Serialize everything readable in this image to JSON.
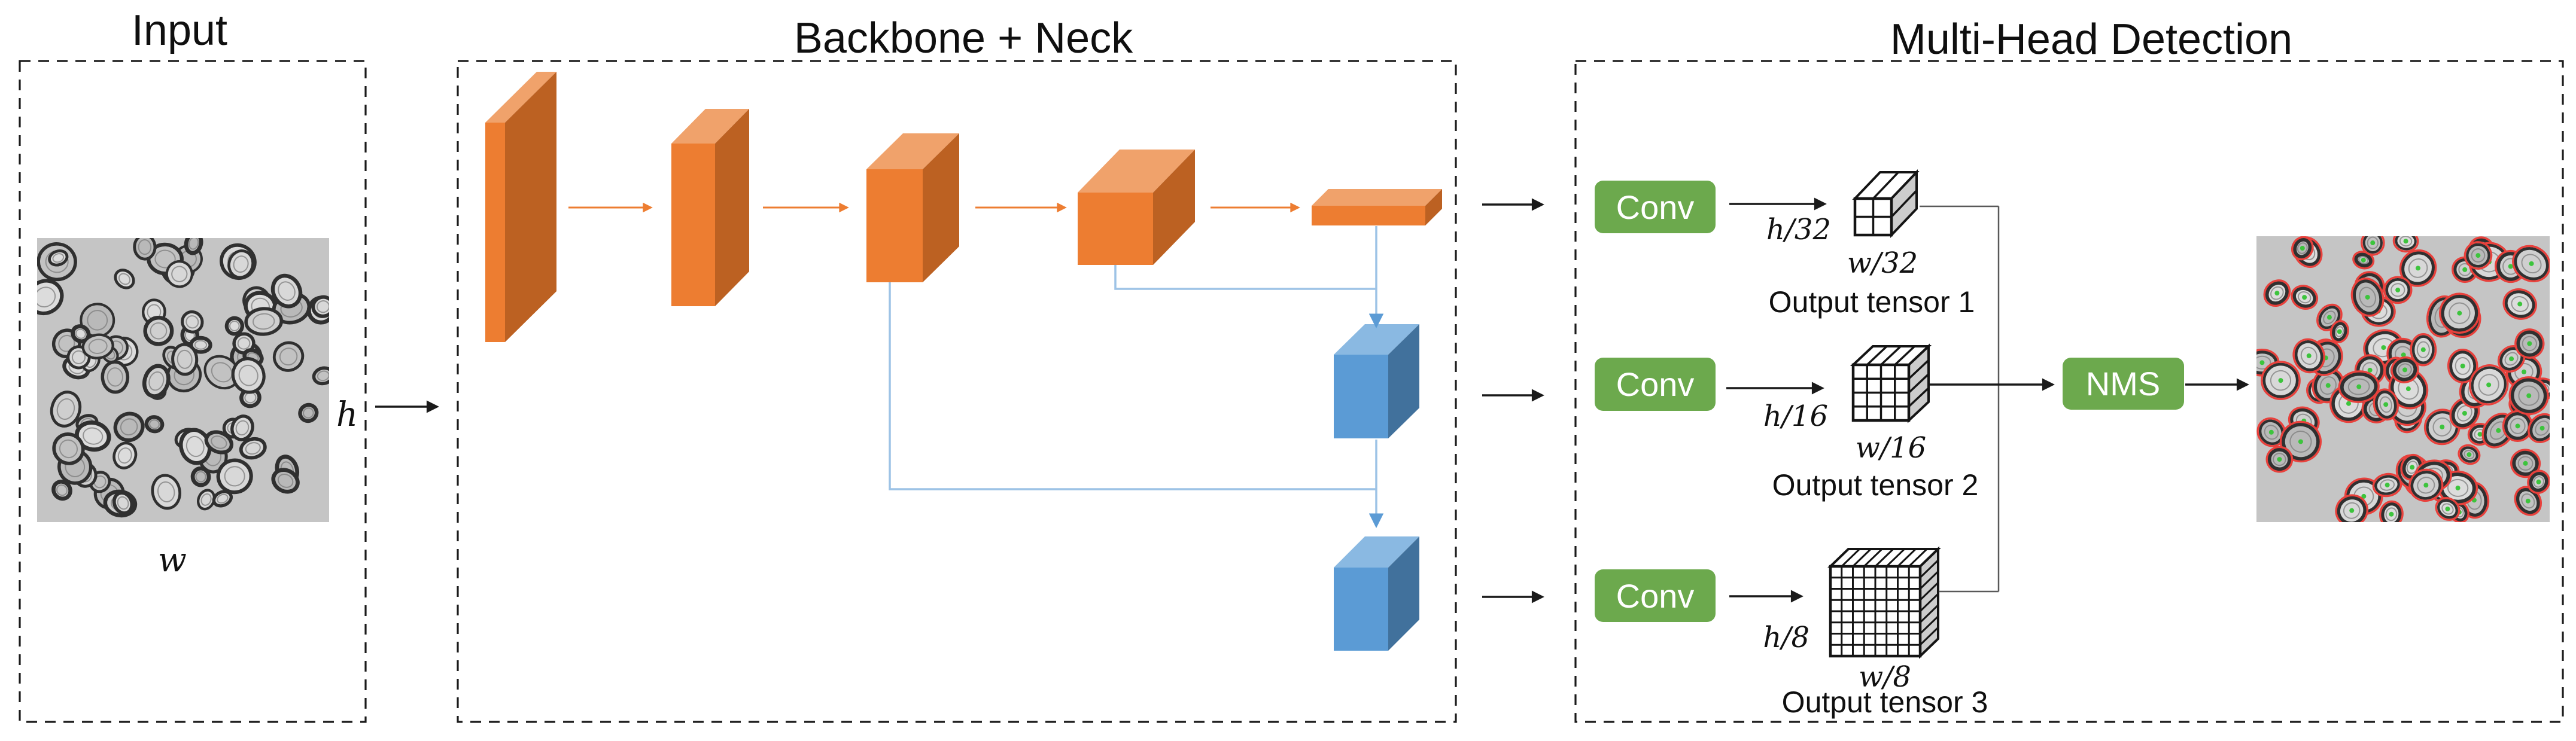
{
  "sections": {
    "input": {
      "title": "Input",
      "height_label": "h",
      "width_label": "w"
    },
    "backbone": {
      "title": "Backbone + Neck"
    },
    "head": {
      "title": "Multi-Head Detection",
      "conv_label": "Conv",
      "nms_label": "NMS"
    }
  },
  "tensors": [
    {
      "h_label": "h/32",
      "w_label": "w/32",
      "caption": "Output tensor 1",
      "divisions": 2
    },
    {
      "h_label": "h/16",
      "w_label": "w/16",
      "caption": "Output tensor 2",
      "divisions": 4
    },
    {
      "h_label": "h/8",
      "w_label": "w/8",
      "caption": "Output tensor 3",
      "divisions": 8
    }
  ],
  "colors": {
    "block_orange_front": "#ED7D31",
    "block_orange_top": "#F0A26B",
    "block_orange_side": "#BC6122",
    "block_blue_front": "#5B9BD5",
    "block_blue_top": "#8AB9E2",
    "block_blue_side": "#41719C",
    "conv_green": "#6CA94D",
    "arrow_black": "#1a1a1a",
    "arrow_orange": "#ED7D31",
    "connector_blue": "#9DC3E6",
    "connector_blue_head": "#5B9BD5",
    "connector_gray": "#595959",
    "tensor_side": "#cccccc",
    "tensor_face": "#ffffff",
    "tensor_line": "#141414",
    "photo_bg": "#c5c5c5",
    "cell_stroke": "#303030",
    "detection_red": "#E8413C",
    "detection_green": "#3DC43D"
  },
  "photos": {
    "input_cell_count": 78,
    "output_cell_count": 82,
    "output_has_detections": true
  }
}
